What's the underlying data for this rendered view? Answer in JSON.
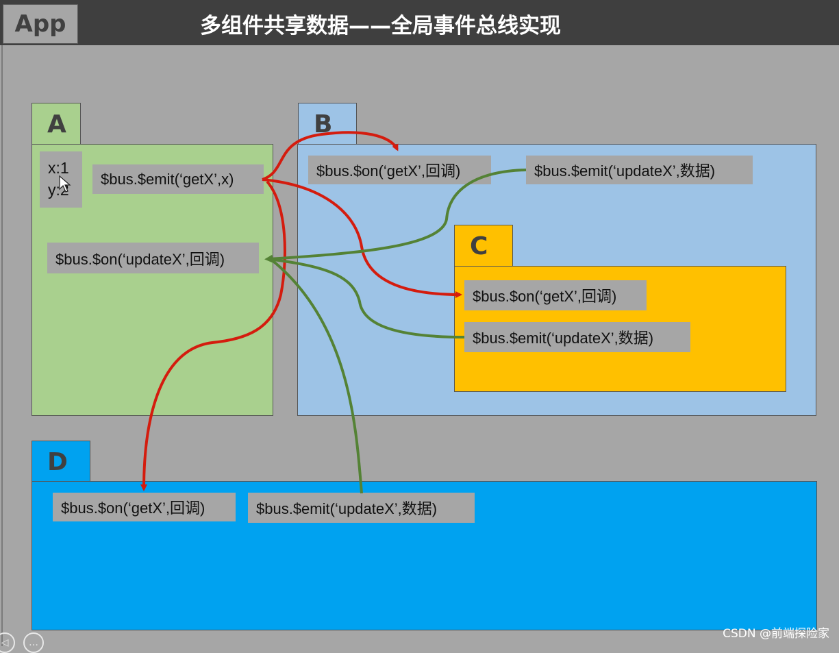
{
  "app_label": "App",
  "title": "多组件共享数据——全局事件总线实现",
  "components": {
    "A": {
      "label": "A",
      "state_x": "x:1",
      "state_y": "y:2",
      "emit": "$bus.$emit(‘getX’,x)",
      "on": "$bus.$on(‘updateX’,回调)"
    },
    "B": {
      "label": "B",
      "on": "$bus.$on(‘getX’,回调)",
      "emit": "$bus.$emit(‘updateX’,数据)"
    },
    "C": {
      "label": "C",
      "on": "$bus.$on(‘getX’,回调)",
      "emit": "$bus.$emit(‘updateX’,数据)"
    },
    "D": {
      "label": "D",
      "on": "$bus.$on(‘getX’,回调)",
      "emit": "$bus.$emit(‘updateX’,数据)"
    }
  },
  "colors": {
    "get_arrow": "#d41c0e",
    "update_arrow": "#548235"
  },
  "watermark": "CSDN @前端探险家",
  "controls": [
    "◁",
    "…"
  ]
}
